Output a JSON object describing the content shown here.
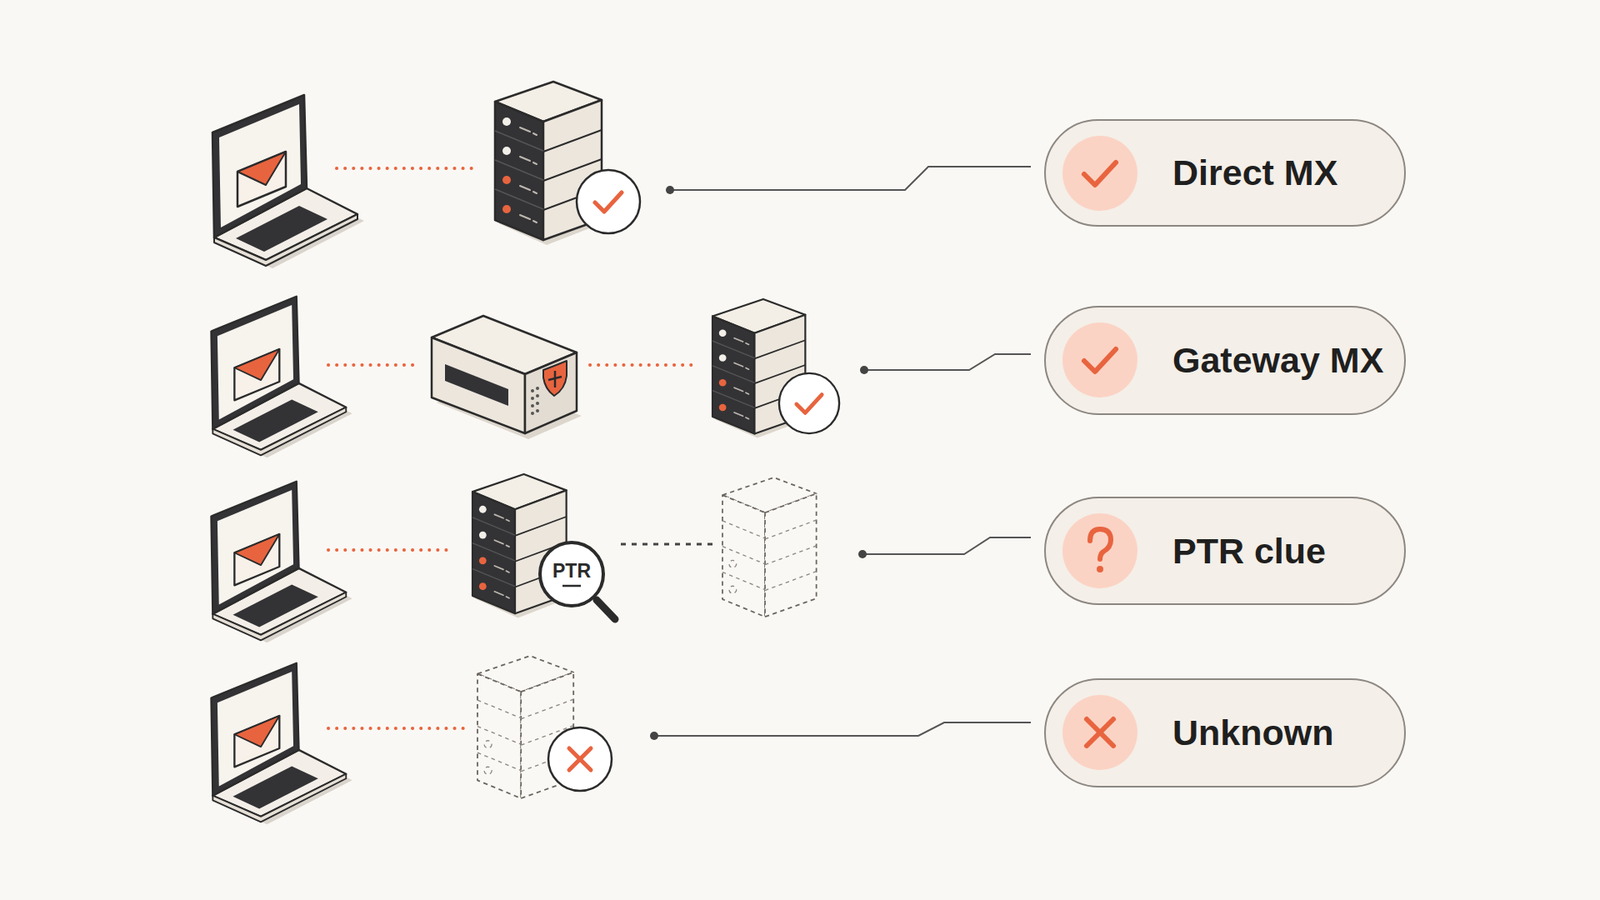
{
  "diagram": {
    "nodes": [
      {
        "text": [
          "Direct MX"
        ]
      },
      {
        "text": [
          "Gateway MX"
        ]
      },
      {
        "text": [
          "PTR"
        ]
      },
      {
        "text": [
          "PTR clue"
        ]
      },
      {
        "text": [
          "Unknown"
        ]
      }
    ]
  }
}
